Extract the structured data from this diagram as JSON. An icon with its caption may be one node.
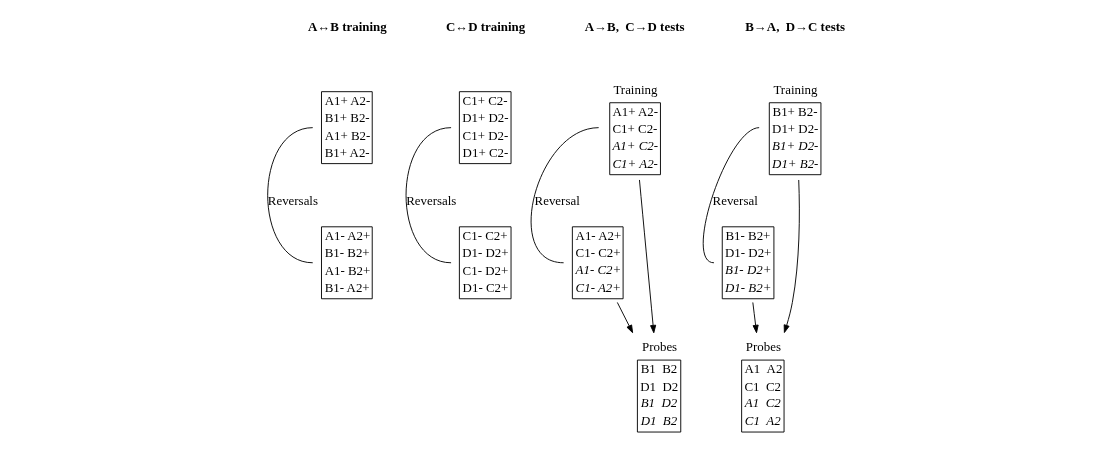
{
  "diagram": {
    "nodes": [
      {
        "text": [
          "A1+ A2-",
          "B1+ B2-",
          "A1+ B2-",
          "B1+ A2-"
        ]
      },
      {
        "text": [
          "A1- A2+",
          "B1- B2+",
          "A1- B2+",
          "B1- A2+"
        ]
      },
      {
        "text": [
          "C1+ C2-",
          "D1+ D2-",
          "C1+ D2-",
          "D1+ C2-"
        ]
      },
      {
        "text": [
          "C1- C2+",
          "D1- D2+",
          "C1- D2+",
          "D1- C2+"
        ]
      },
      {
        "text": [
          "Training",
          "A1+ A2-",
          "C1+ C2-",
          "*A1+ C2-*",
          "*C1+ A2-*"
        ]
      },
      {
        "text": [
          "A1- A2+",
          "C1- C2+",
          "*A1- C2+*",
          "*C1- A2+*"
        ]
      },
      {
        "text": [
          "Probes",
          "B1  B2",
          "D1  D2",
          "*B1  D2*",
          "*D1  B2*"
        ]
      },
      {
        "text": [
          "Training",
          "B1+ B2-",
          "D1+ D2-",
          "*B1+ D2-*",
          "*D1+ B2-*"
        ]
      },
      {
        "text": [
          "B1- B2+",
          "D1- D2+",
          "*B1- D2+*",
          "*D1- B2+*"
        ]
      },
      {
        "text": [
          "Probes",
          "A1  A2",
          "C1  C2",
          "*A1  C2*",
          "*C1  A2*"
        ]
      }
    ],
    "edges": [
      {
        "from": 0,
        "to": 1,
        "arrow": "none",
        "label": "Reversals"
      },
      {
        "from": 2,
        "to": 3,
        "arrow": "none",
        "label": "Reversals"
      },
      {
        "from": 4,
        "to": 5,
        "arrow": "none",
        "label": "Reversal"
      },
      {
        "from": 4,
        "to": 6,
        "arrow": "to"
      },
      {
        "from": 5,
        "to": 6,
        "arrow": "to"
      },
      {
        "from": 7,
        "to": 8,
        "arrow": "none",
        "label": "Reversal"
      },
      {
        "from": 7,
        "to": 9,
        "arrow": "to"
      },
      {
        "from": 8,
        "to": 9,
        "arrow": "to"
      }
    ],
    "labels": [
      "A↔B training",
      "C↔D training",
      "A→B,  C→D tests",
      "B→A,  D→C tests"
    ]
  }
}
